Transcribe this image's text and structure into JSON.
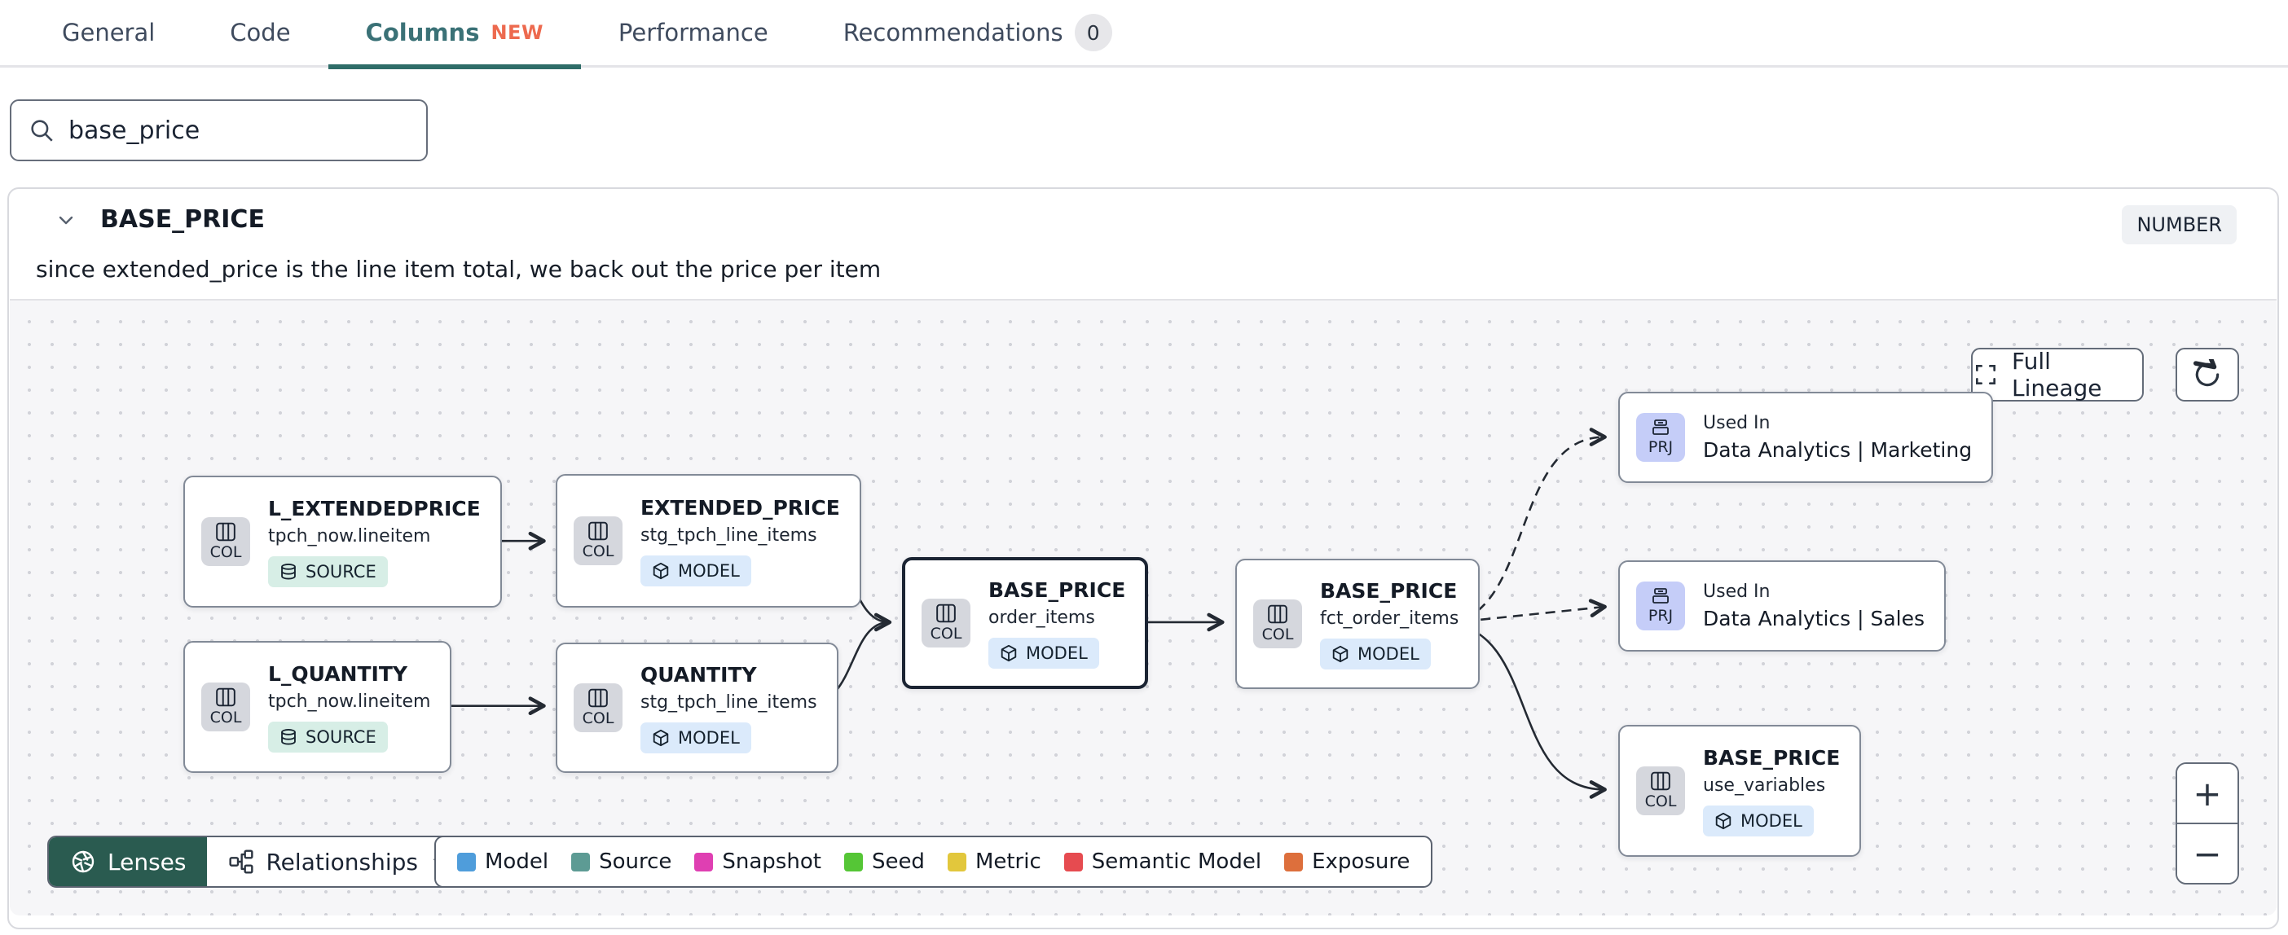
{
  "tabs": {
    "items": [
      {
        "label": "General"
      },
      {
        "label": "Code"
      },
      {
        "label": "Columns",
        "badge": "NEW"
      },
      {
        "label": "Performance"
      },
      {
        "label": "Recommendations",
        "count": "0"
      }
    ]
  },
  "search": {
    "value": "base_price"
  },
  "column_panel": {
    "name": "BASE_PRICE",
    "type": "NUMBER",
    "description": "since extended_price is the line item total, we back out the price per item"
  },
  "lineage": {
    "buttons": {
      "full_lineage": "Full Lineage",
      "zoom_in": "+",
      "zoom_out": "−"
    },
    "toolbar": {
      "lenses": "Lenses",
      "relationships": "Relationships"
    },
    "legend": {
      "items": [
        {
          "label": "Model",
          "color": "#4f9ddb"
        },
        {
          "label": "Source",
          "color": "#5d9b94"
        },
        {
          "label": "Snapshot",
          "color": "#df3fb2"
        },
        {
          "label": "Seed",
          "color": "#55c636"
        },
        {
          "label": "Metric",
          "color": "#e2c73c"
        },
        {
          "label": "Semantic Model",
          "color": "#e64b50"
        },
        {
          "label": "Exposure",
          "color": "#dd6f3c"
        }
      ]
    },
    "nodes": [
      {
        "title": "L_EXTENDEDPRICE",
        "subtitle": "tpch_now.lineitem",
        "icon_label": "COL",
        "badge": "SOURCE"
      },
      {
        "title": "EXTENDED_PRICE",
        "subtitle": "stg_tpch_line_items",
        "icon_label": "COL",
        "badge": "MODEL"
      },
      {
        "title": "L_QUANTITY",
        "subtitle": "tpch_now.lineitem",
        "icon_label": "COL",
        "badge": "SOURCE"
      },
      {
        "title": "QUANTITY",
        "subtitle": "stg_tpch_line_items",
        "icon_label": "COL",
        "badge": "MODEL"
      },
      {
        "title": "BASE_PRICE",
        "subtitle": "order_items",
        "icon_label": "COL",
        "badge": "MODEL"
      },
      {
        "title": "BASE_PRICE",
        "subtitle": "fct_order_items",
        "icon_label": "COL",
        "badge": "MODEL"
      },
      {
        "kicker": "Used In",
        "title": "Data Analytics | Marketing",
        "icon_label": "PRJ"
      },
      {
        "kicker": "Used In",
        "title": "Data Analytics | Sales",
        "icon_label": "PRJ"
      },
      {
        "title": "BASE_PRICE",
        "subtitle": "use_variables",
        "icon_label": "COL",
        "badge": "MODEL"
      }
    ]
  },
  "colors": {
    "active_tab": "#3a7176",
    "active_tab_underline": "#2f6d68",
    "new_badge": "#ed6a4f",
    "lenses_bg": "#2a5b50",
    "edge": "#242a33",
    "source_badge_bg": "#d7eee6",
    "model_badge_bg": "#dbeafb",
    "canvas_bg": "#f6f6f8"
  }
}
